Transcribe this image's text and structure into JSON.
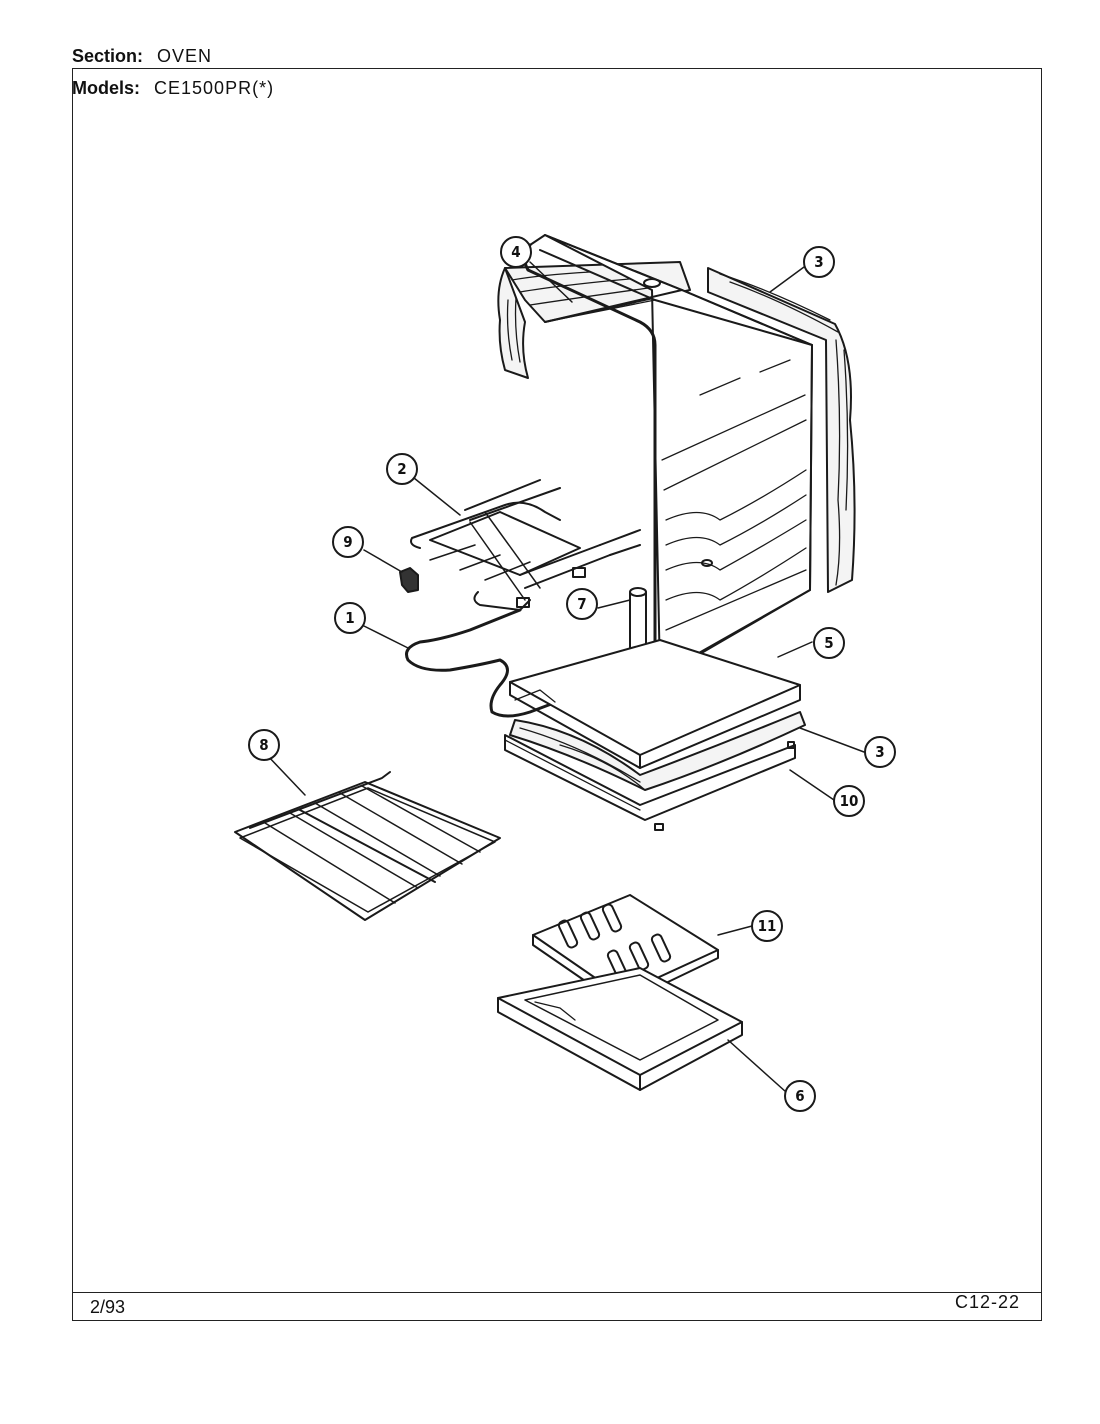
{
  "header": {
    "section_label": "Section:",
    "section_value": "OVEN",
    "models_label": "Models:",
    "models_value": "CE1500PR(*)"
  },
  "footer": {
    "date": "2/93",
    "code": "C12-22"
  },
  "callouts": [
    {
      "id": "c1",
      "label": "1"
    },
    {
      "id": "c2",
      "label": "2"
    },
    {
      "id": "c3a",
      "label": "3"
    },
    {
      "id": "c3b",
      "label": "3"
    },
    {
      "id": "c4",
      "label": "4"
    },
    {
      "id": "c5",
      "label": "5"
    },
    {
      "id": "c6",
      "label": "6"
    },
    {
      "id": "c7",
      "label": "7"
    },
    {
      "id": "c8",
      "label": "8"
    },
    {
      "id": "c9",
      "label": "9"
    },
    {
      "id": "c10",
      "label": "10"
    },
    {
      "id": "c11",
      "label": "11"
    }
  ]
}
